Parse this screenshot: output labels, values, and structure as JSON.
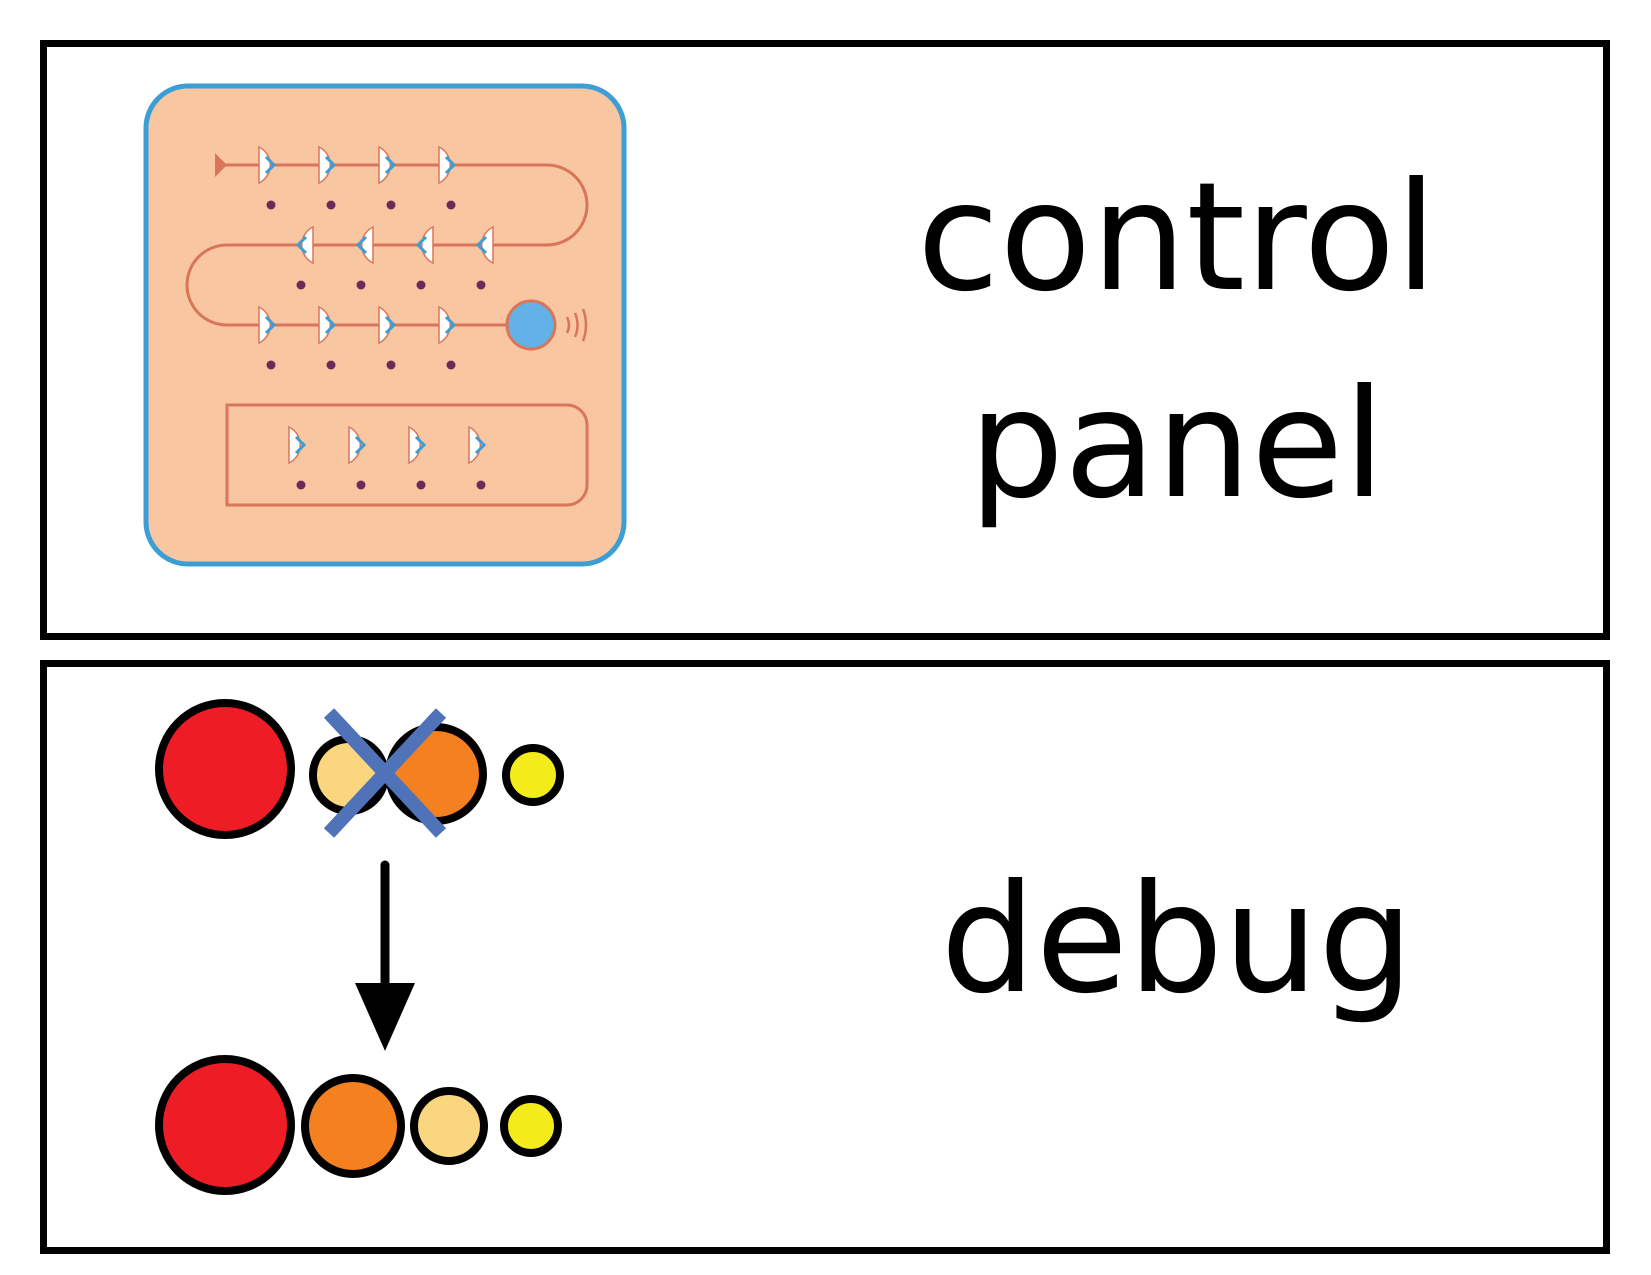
{
  "cards": [
    {
      "label_lines": [
        "control",
        "panel"
      ],
      "icon": "control-panel-board-icon",
      "board": {
        "fill": "#F8C6A1",
        "border": "#3D9ED6",
        "track": "#D9765A",
        "arrow": "#3D9ED6",
        "dot": "#6B2C5A",
        "ball": "#63B2E7",
        "rows": [
          {
            "direction": "right",
            "gates": 4
          },
          {
            "direction": "left",
            "gates": 4
          },
          {
            "direction": "right",
            "gates": 4
          },
          {
            "direction": "right",
            "gates": 4
          }
        ]
      }
    },
    {
      "label": "debug",
      "icon": "debug-sort-icon",
      "colors": {
        "red": "#EE1C24",
        "orange": "#F48020",
        "light": "#FAD67E",
        "yellow": "#F4EC1A",
        "cross": "#4F72B8"
      },
      "before": [
        "red",
        "light",
        "orange",
        "yellow"
      ],
      "after": [
        "red",
        "orange",
        "light",
        "yellow"
      ]
    }
  ]
}
